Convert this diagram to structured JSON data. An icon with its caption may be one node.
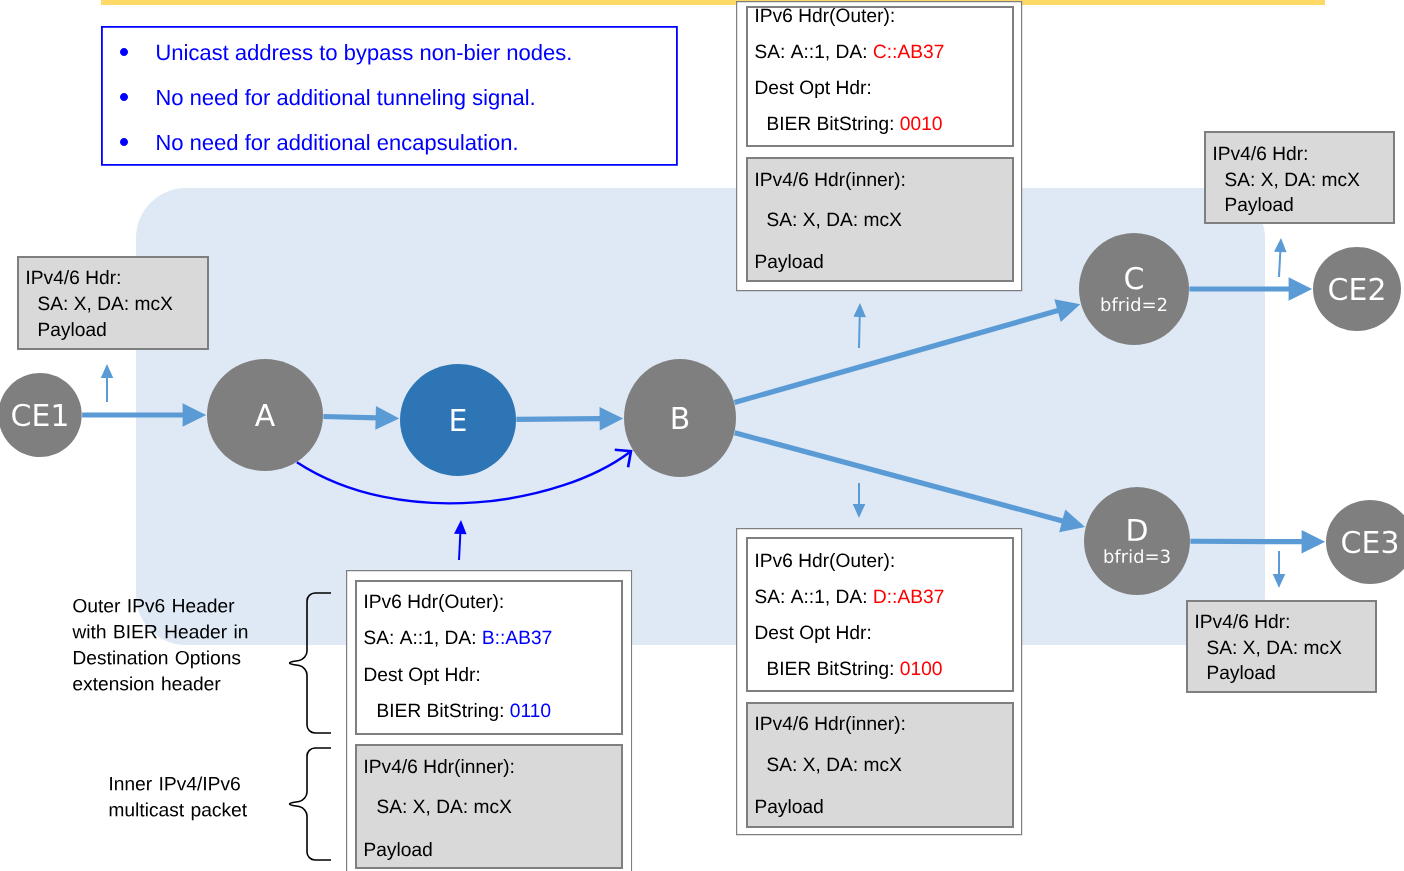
{
  "diagram": {
    "nodes": [
      {
        "text": [
          "Unicast address to bypass non-bier nodes.",
          "No need for additional tunneling signal.",
          "No need for additional encapsulation."
        ]
      },
      {
        "text": [],
        "shape": "box"
      },
      {
        "text": [
          "IPv6 Hdr(Outer):",
          "SA: A::1, DA:",
          "C::AB37",
          "Dest Opt Hdr:",
          "BIER BitString:",
          "0010"
        ],
        "in": 1
      },
      {
        "text": [
          "IPv4/6 Hdr(inner):",
          "SA: X, DA: mcX",
          "Payload"
        ],
        "in": 1
      },
      {
        "text": [
          "IPv4/6 Hdr:",
          "SA: X, DA: mcX",
          "Payload"
        ]
      },
      {
        "text": [
          "C",
          "bfrid=2"
        ]
      },
      {
        "text": [
          "CE2"
        ]
      },
      {
        "text": [
          "IPv4/6 Hdr:",
          "SA: X, DA: mcX",
          "Payload"
        ]
      },
      {
        "text": [
          "CE1"
        ]
      },
      {
        "text": [
          "A"
        ]
      },
      {
        "text": [
          "E"
        ]
      },
      {
        "text": [
          "B"
        ]
      },
      {
        "text": [
          "D",
          "bfrid=3"
        ]
      },
      {
        "text": [
          "CE3"
        ]
      },
      {
        "text": [],
        "shape": "box"
      },
      {
        "text": [
          "IPv6 Hdr(Outer):",
          "SA: A::1, DA:",
          "D::AB37",
          "Dest Opt Hdr:",
          "BIER BitString:",
          "0100"
        ],
        "in": 14
      },
      {
        "text": [
          "IPv4/6 Hdr(inner):",
          "SA: X, DA: mcX",
          "Payload"
        ],
        "in": 14
      },
      {
        "text": [
          "IPv4/6 Hdr:",
          "SA: X, DA: mcX",
          "Payload"
        ]
      },
      {
        "text": [],
        "shape": "box"
      },
      {
        "text": [
          "IPv6 Hdr(Outer):",
          "SA: A::1, DA:",
          "B::AB37",
          "Dest Opt Hdr:",
          "BIER BitString:",
          "0110"
        ],
        "in": 18
      },
      {
        "text": [
          "IPv4/6 Hdr(inner):",
          "SA: X, DA: mcX",
          "Payload"
        ],
        "in": 18
      }
    ],
    "edges": [
      {
        "from": 8,
        "to": 9,
        "arrow": "to"
      },
      {
        "from": 9,
        "to": 10,
        "arrow": "to"
      },
      {
        "from": 10,
        "to": 11,
        "arrow": "to"
      },
      {
        "from": 11,
        "to": 5,
        "arrow": "to"
      },
      {
        "from": 11,
        "to": 12,
        "arrow": "to"
      },
      {
        "from": 5,
        "to": 6,
        "arrow": "to"
      },
      {
        "from": 12,
        "to": 13,
        "arrow": "to"
      },
      {
        "from": 9,
        "to": 11,
        "arrow": "to",
        "color": "#0000ff"
      }
    ],
    "labels": [
      "Outer IPv6 Header with BIER Header in Destination Options extension header",
      "Inner IPv4/IPv6 multicast packet"
    ]
  }
}
